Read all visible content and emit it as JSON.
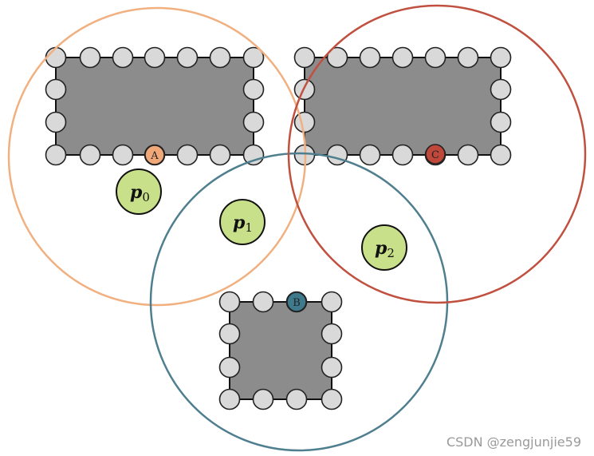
{
  "contacts": [
    {
      "key": "A",
      "label": "A",
      "color": "#f0a878"
    },
    {
      "key": "B",
      "label": "B",
      "color": "#3f7a8c"
    },
    {
      "key": "C",
      "label": "C",
      "color": "#c0483a"
    }
  ],
  "points": [
    {
      "key": "p0",
      "symbol": "p",
      "subscript": "0"
    },
    {
      "key": "p1",
      "symbol": "p",
      "subscript": "1"
    },
    {
      "key": "p2",
      "symbol": "p",
      "subscript": "2"
    }
  ],
  "ranges": [
    {
      "key": "range-a",
      "color": "#f0b080"
    },
    {
      "key": "range-b",
      "color": "#4f7f8f"
    },
    {
      "key": "range-c",
      "color": "#c0503f"
    }
  ],
  "watermark": "CSDN @zengjunjie59"
}
